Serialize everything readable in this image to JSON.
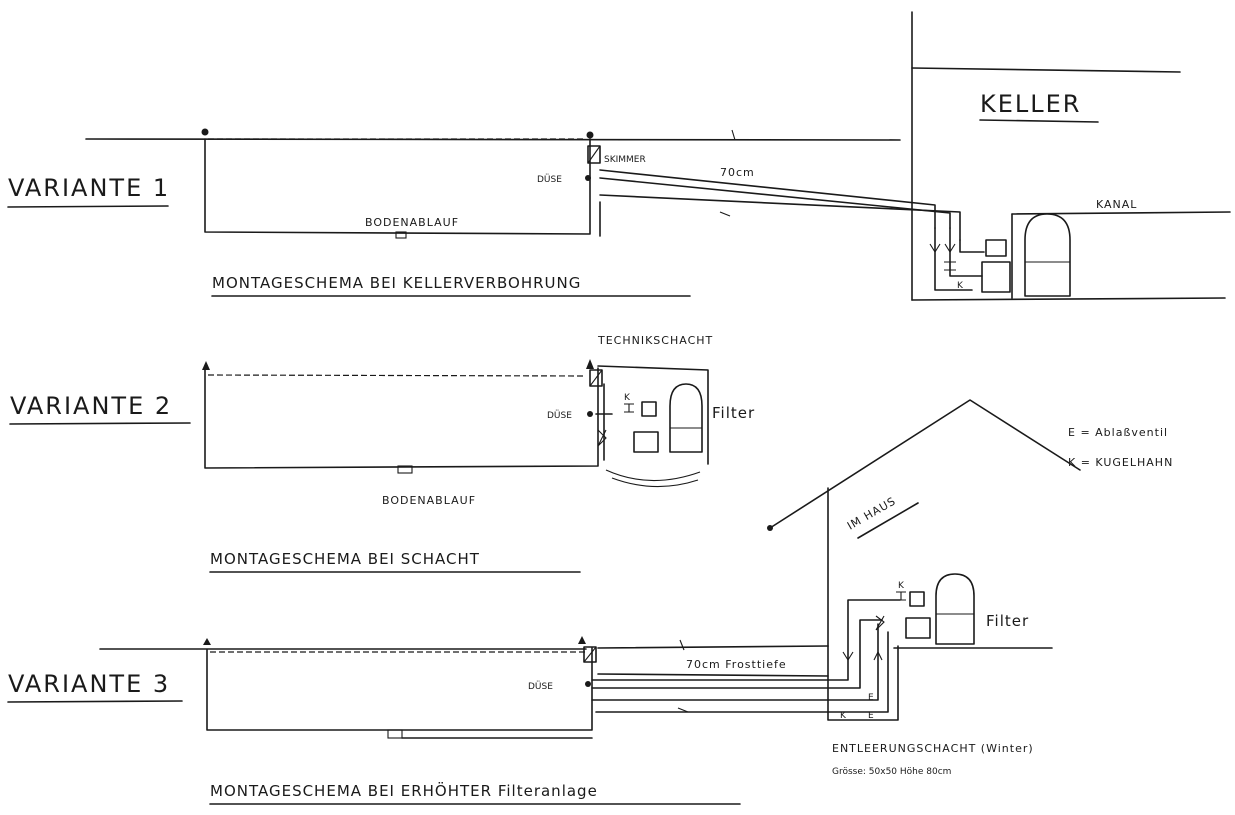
{
  "keller": {
    "title": "KELLER",
    "kanal": "KANAL"
  },
  "variante1": {
    "label": "VARIANTE 1",
    "skimmer": "SKIMMER",
    "duese": "DÜSE",
    "distance": "70cm",
    "bodenablauf": "BODENABLAUF",
    "k": "K",
    "caption": "MONTAGESCHEMA BEI KELLERVERBOHRUNG"
  },
  "variante2": {
    "label": "VARIANTE 2",
    "technikschacht": "TECHNIKSCHACHT",
    "duese": "DÜSE",
    "k": "K",
    "filter": "Filter",
    "bodenablauf": "BODENABLAUF",
    "caption": "MONTAGESCHEMA BEI SCHACHT"
  },
  "variante3": {
    "label": "VARIANTE 3",
    "im_haus": "IM HAUS",
    "duese": "DÜSE",
    "distance": "70cm Frosttiefe",
    "k_top": "K",
    "filter": "Filter",
    "k_bottom": "K",
    "e_bottom": "E",
    "e_mid": "E",
    "entleerung": "ENTLEERUNGSCHACHT (Winter)",
    "groesse": "Grösse: 50x50 Höhe 80cm",
    "caption": "MONTAGESCHEMA BEI ERHÖHTER Filteranlage"
  },
  "legend": {
    "e": "E = Ablaßventil",
    "k": "K = KUGELHAHN"
  }
}
